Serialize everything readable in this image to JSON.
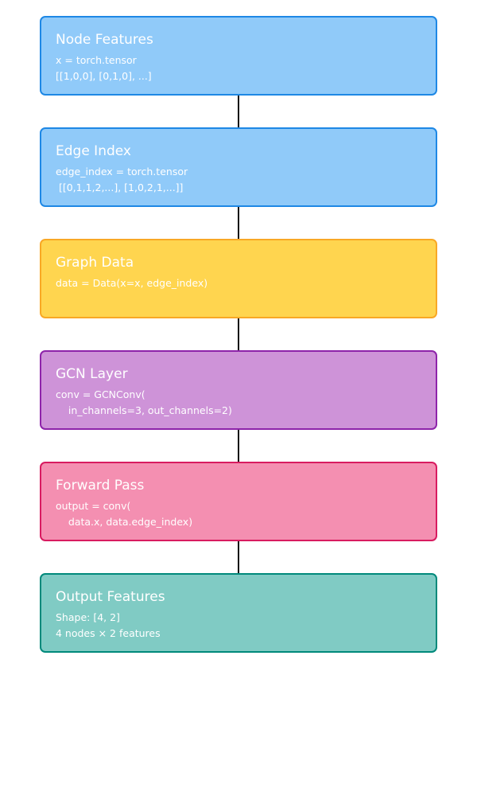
{
  "nodes": [
    {
      "title": "Node Features",
      "lines": [
        "x = torch.tensor",
        "[[1,0,0], [0,1,0], ...]"
      ],
      "fill": "#90caf9",
      "border": "#1e88e5"
    },
    {
      "title": "Edge Index",
      "lines": [
        "edge_index = torch.tensor",
        " [[0,1,1,2,...], [1,0,2,1,...]]"
      ],
      "fill": "#90caf9",
      "border": "#1e88e5"
    },
    {
      "title": "Graph Data",
      "lines": [
        "data = Data(x=x, edge_index)"
      ],
      "fill": "#ffd54f",
      "border": "#f9a825"
    },
    {
      "title": "GCN Layer",
      "lines": [
        "conv = GCNConv(",
        "    in_channels=3, out_channels=2)"
      ],
      "fill": "#ce93d8",
      "border": "#8e24aa"
    },
    {
      "title": "Forward Pass",
      "lines": [
        "output = conv(",
        "    data.x, data.edge_index)"
      ],
      "fill": "#f48fb1",
      "border": "#d81b60"
    },
    {
      "title": "Output Features",
      "lines": [
        "Shape: [4, 2]",
        "4 nodes × 2 features"
      ],
      "fill": "#80cbc4",
      "border": "#00897b"
    }
  ],
  "connector_color": "#111111"
}
